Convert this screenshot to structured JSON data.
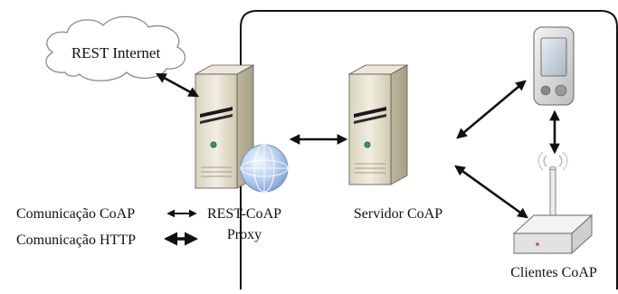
{
  "cloud_label": "REST Internet",
  "proxy_label_line1": "REST-CoAP",
  "proxy_label_line2": "Proxy",
  "server_label": "Servidor CoAP",
  "clients_label": "Clientes CoAP",
  "legend": {
    "coap": "Comunicação CoAP",
    "http": "Comunicação HTTP"
  },
  "colors": {
    "stroke": "#111111",
    "server_body": "#e8e3d3",
    "server_shadow": "#c9c2ad",
    "globe": "#aac4ec"
  }
}
